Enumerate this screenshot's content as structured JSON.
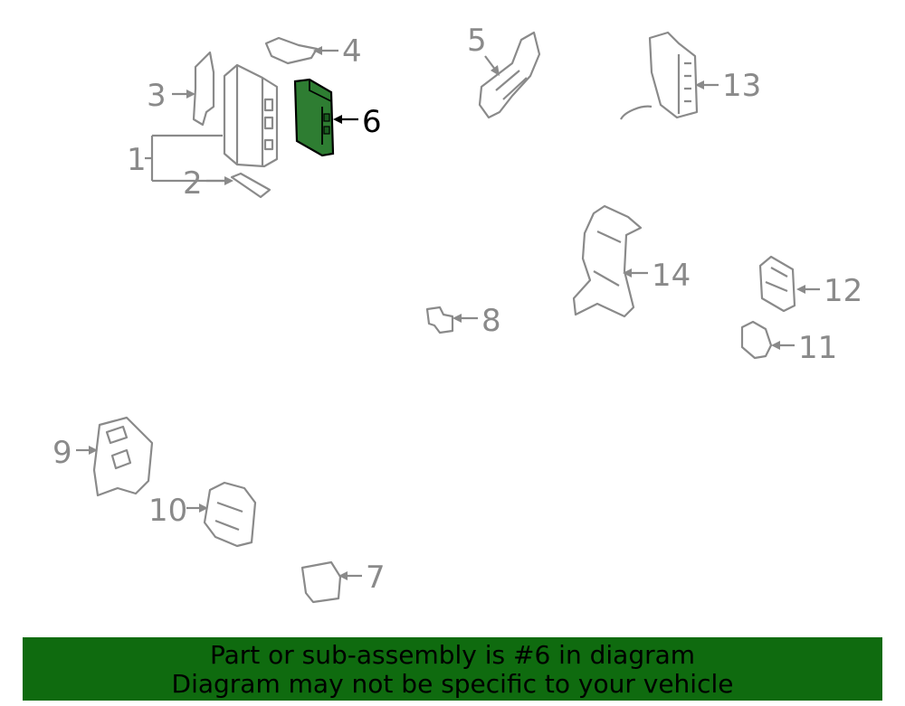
{
  "highlight_color": "#2e7d32",
  "banner": {
    "line1": "Part or sub-assembly is #6 in diagram",
    "line2": "Diagram may not be specific to your vehicle",
    "background": "#0f6b0f"
  },
  "callouts": {
    "c1": "1",
    "c2": "2",
    "c3": "3",
    "c4": "4",
    "c5": "5",
    "c6": "6",
    "c7": "7",
    "c8": "8",
    "c9": "9",
    "c10": "10",
    "c11": "11",
    "c12": "12",
    "c13": "13",
    "c14": "14"
  },
  "highlighted_part": "6"
}
